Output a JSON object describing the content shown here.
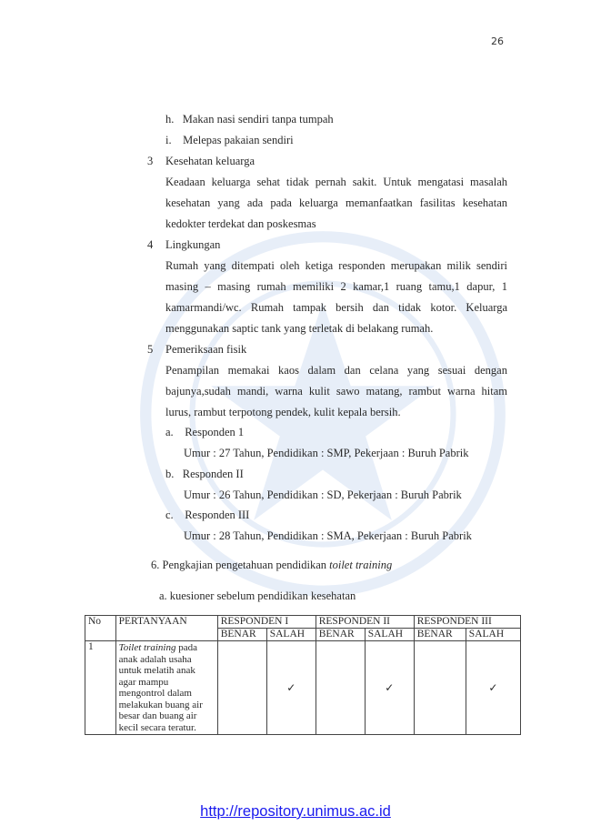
{
  "page_number": "26",
  "list_h": {
    "marker": "h.",
    "text": "Makan nasi sendiri tanpa tumpah"
  },
  "list_i": {
    "marker": "i.",
    "text": "Melepas pakaian sendiri"
  },
  "section3": {
    "num": "3",
    "title": "Kesehatan keluarga",
    "lines": [
      "Keadaan keluarga sehat tidak pernah sakit. Untuk mengatasi masalah",
      "kesehatan yang ada pada keluarga memanfaatkan fasilitas kesehatan",
      "kedokter terdekat dan poskesmas"
    ]
  },
  "section4": {
    "num": "4",
    "title": "Lingkungan",
    "lines": [
      "Rumah yang ditempati oleh ketiga  responden merupakan milik sendiri",
      "masing – masing rumah memiliki 2 kamar,1 ruang tamu,1 dapur, 1",
      "kamarmandi/wc.  Rumah tampak bersih dan tidak kotor. Keluarga",
      "menggunakan saptic tank yang terletak di belakang rumah."
    ]
  },
  "section5": {
    "num": "5",
    "title": "Pemeriksaan fisik",
    "lines": [
      "Penampilan memakai kaos dalam dan celana yang sesuai dengan",
      "bajunya,sudah mandi, warna kulit sawo matang, rambut warna hitam",
      "lurus, rambut terpotong pendek, kulit kepala bersih."
    ],
    "respondents": [
      {
        "marker": "a.",
        "name": "Responden 1",
        "detail": "Umur : 27 Tahun, Pendidikan : SMP, Pekerjaan : Buruh Pabrik"
      },
      {
        "marker": "b.",
        "name": "Responden II",
        "detail": "Umur : 26 Tahun, Pendidikan : SD, Pekerjaan : Buruh Pabrik"
      },
      {
        "marker": "c.",
        "name": "Responden III",
        "detail": "Umur : 28 Tahun, Pendidikan : SMA, Pekerjaan : Buruh Pabrik"
      }
    ]
  },
  "section6": {
    "prefix": "6. Pengkajian pengetahuan pendidikan ",
    "italic": "toilet training",
    "sub": "a. kuesioner sebelum pendidikan kesehatan"
  },
  "table": {
    "col_no": "No",
    "col_question": "PERTANYAAN",
    "groups": [
      "RESPONDEN I",
      "RESPONDEN II",
      "RESPONDEN III"
    ],
    "benar": "BENAR",
    "salah": "SALAH",
    "row1": {
      "no": "1",
      "q_italic": "Toilet training",
      "q_rest": " pada anak adalah usaha untuk melatih anak agar mampu mengontrol dalam melakukan buang air besar dan buang air kecil secara teratur.",
      "check": "✓"
    }
  },
  "footer_link": "http://repository.unimus.ac.id"
}
